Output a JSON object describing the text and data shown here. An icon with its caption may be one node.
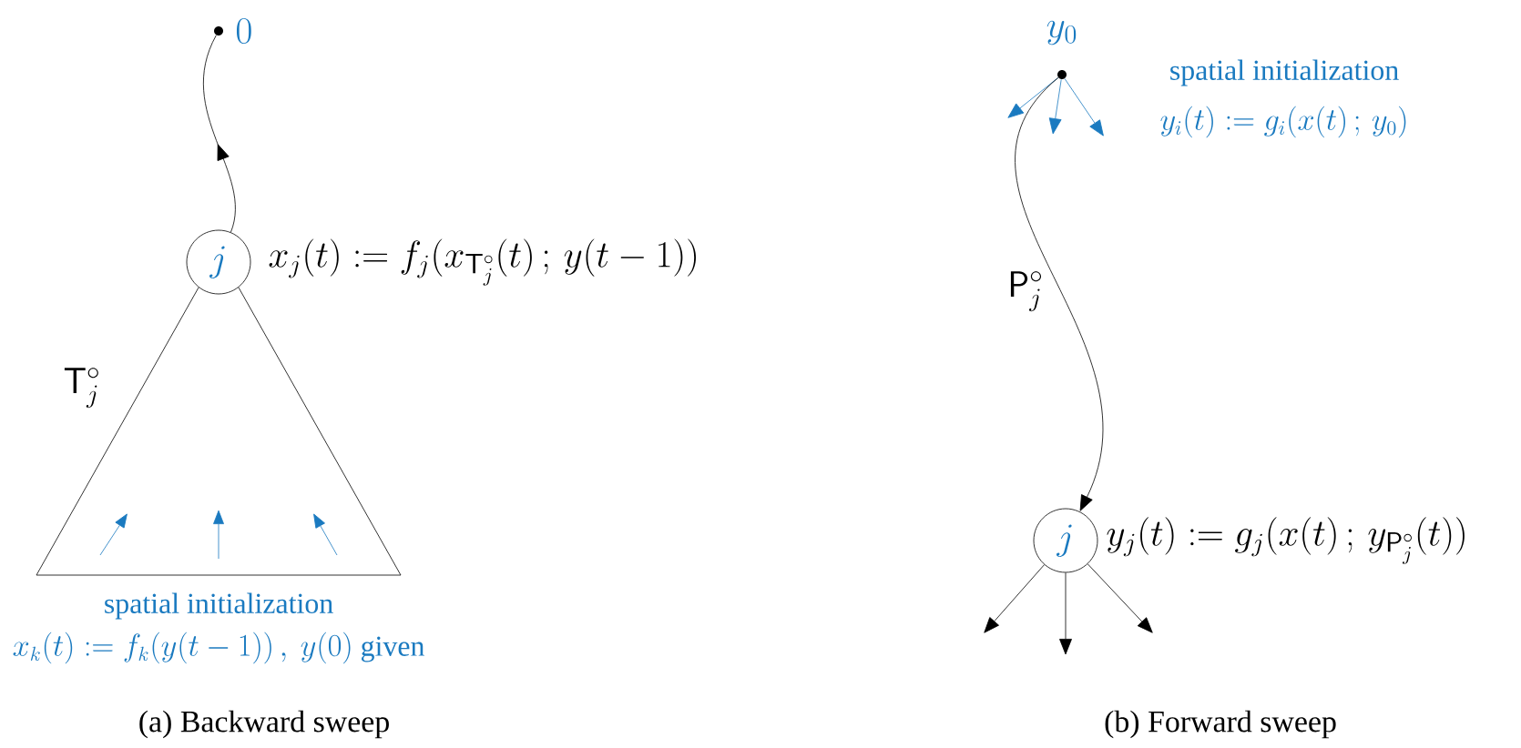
{
  "diagram": {
    "nodes": [
      {
        "text": [],
        "shape": "circle",
        "beside": [
          "0"
        ]
      },
      {
        "text": [
          "j"
        ]
      },
      {
        "text": [
          "\\mathsf{T}^\\circ_j"
        ],
        "beside": [
          "spatial initialization",
          "x_k(t) := f_k(y(t-1))\\,,\\ y(0)\\ \\text{given}"
        ]
      },
      {
        "text": [],
        "shape": "circle",
        "beside": [
          "y_0"
        ]
      },
      {
        "text": [
          "j"
        ],
        "beside": [
          "y_j(t) := g_j(x(t)\\,;\\, y_{\\mathsf{P}^\\circ_j}(t))"
        ]
      }
    ],
    "edges": [
      {
        "from": 1,
        "to": 0,
        "arrow": "to"
      },
      {
        "from": 3,
        "to": null,
        "arrow": "to",
        "color": "#1a7ac0"
      },
      {
        "from": 3,
        "to": null,
        "arrow": "to",
        "color": "#1a7ac0"
      },
      {
        "from": 3,
        "to": null,
        "arrow": "to",
        "color": "#1a7ac0"
      },
      {
        "from": 3,
        "to": 4,
        "arrow": "to",
        "label": "\\mathsf{P}^\\circ_j"
      },
      {
        "from": 4,
        "to": null,
        "arrow": "to"
      },
      {
        "from": 4,
        "to": null,
        "arrow": "to"
      },
      {
        "from": 4,
        "to": null,
        "arrow": "to"
      }
    ],
    "labels": [
      "x_j(t) := f_j(x_{\\mathsf{T}^\\circ_j}(t)\\,;\\, y(t-1))",
      "(a)  Backward sweep",
      "spatial initialization",
      "y_i(t) := g_i(x(t)\\,;\\, y_0)",
      "(b)  Forward sweep"
    ]
  }
}
